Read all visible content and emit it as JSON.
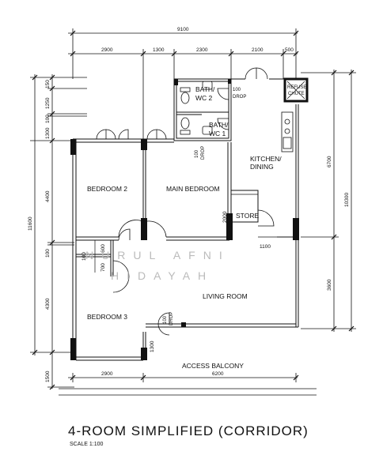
{
  "title": "4-ROOM SIMPLIFIED (CORRIDOR)",
  "scale": "SCALE   1:100",
  "watermark": {
    "line1": "NURUL AFNI",
    "line2": "HIDAYAH"
  },
  "rooms": {
    "bedroom2": "BEDROOM 2",
    "main_bedroom": "MAIN BEDROOM",
    "bedroom3": "BEDROOM 3",
    "living_room": "LIVING ROOM",
    "kitchen_line1": "KITCHEN/",
    "kitchen_line2": "DINING",
    "store": "STORE",
    "bath2_line1": "BATH/",
    "bath2_line2": "WC  2",
    "bath1_line1": "BATH/",
    "bath1_line2": "WC  1",
    "access_balcony": "ACCESS BALCONY",
    "refuse_line1": "REFUSE",
    "refuse_line2": "CHUTE"
  },
  "drops": {
    "bath2": {
      "line1": "100",
      "line2": "DROP"
    },
    "bath1": {
      "line1": "100",
      "line2": "DROP"
    },
    "living": {
      "line1": "100",
      "line2": "DROP"
    }
  },
  "dimensions": {
    "top_total": "9100",
    "top": [
      "2900",
      "1300",
      "2300",
      "2100",
      "500"
    ],
    "bottom": [
      "2900",
      "6200"
    ],
    "left": [
      "150",
      "1250",
      "100",
      "1300",
      "4400",
      "100",
      "4300",
      "1500"
    ],
    "left_total": "11600",
    "right": [
      "6700",
      "3600"
    ],
    "right_total": "10300",
    "inner": [
      "1100",
      "2000",
      "1300",
      "600",
      "700",
      "100"
    ]
  }
}
